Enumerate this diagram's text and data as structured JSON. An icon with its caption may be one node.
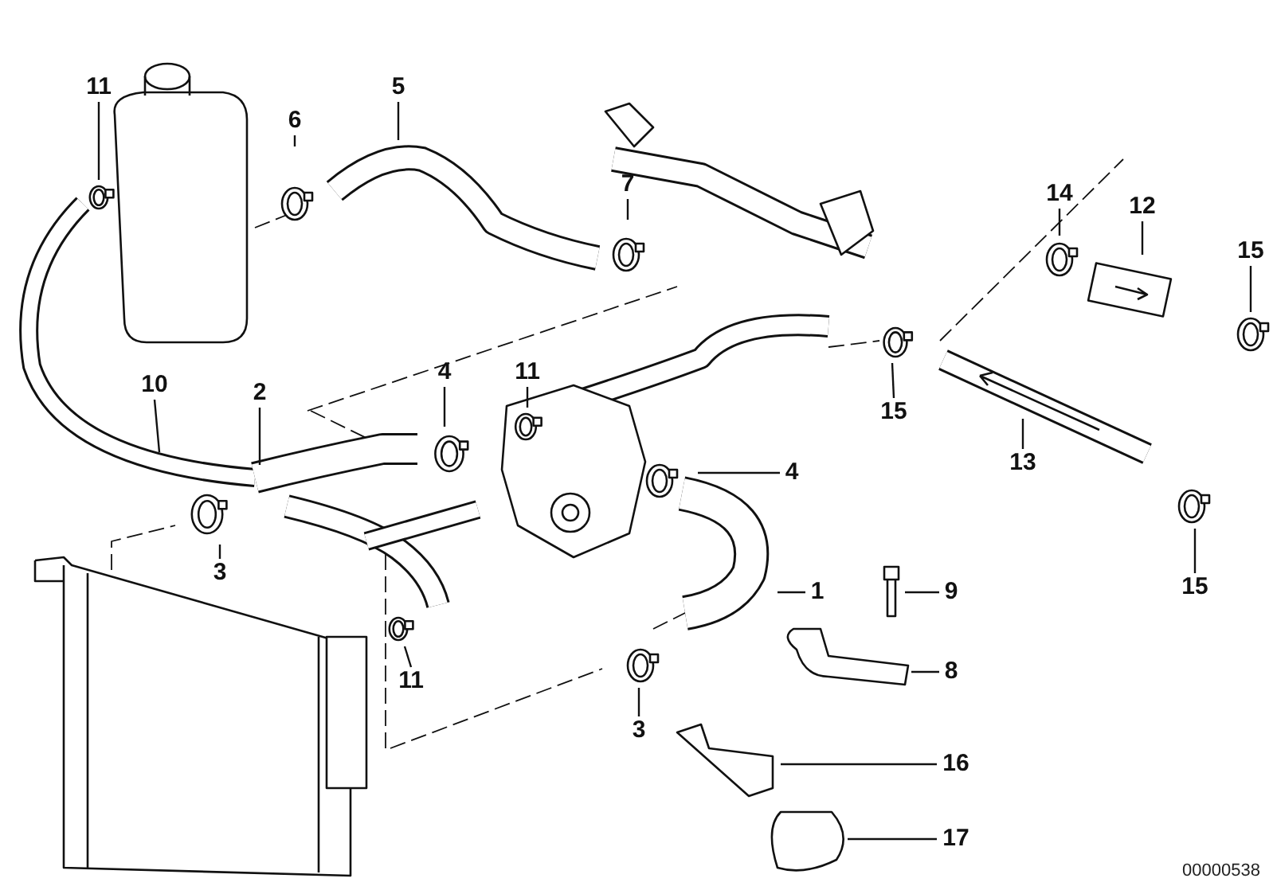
{
  "diagram": {
    "nodes": [
      {
        "text": [
          "11"
        ]
      },
      {
        "text": [
          "6"
        ]
      },
      {
        "text": [
          "5"
        ]
      },
      {
        "text": [
          "7"
        ]
      },
      {
        "text": [
          "14"
        ]
      },
      {
        "text": [
          "12"
        ]
      },
      {
        "text": [
          "15"
        ]
      },
      {
        "text": [
          "10"
        ]
      },
      {
        "text": [
          "4"
        ]
      },
      {
        "text": [
          "11"
        ]
      },
      {
        "text": [
          "2"
        ]
      },
      {
        "text": [
          "15"
        ]
      },
      {
        "text": [
          "4"
        ]
      },
      {
        "text": [
          "13"
        ]
      },
      {
        "text": [
          "3"
        ]
      },
      {
        "text": [
          "1"
        ]
      },
      {
        "text": [
          "9"
        ]
      },
      {
        "text": [
          "15"
        ]
      },
      {
        "text": [
          "8"
        ]
      },
      {
        "text": [
          "11"
        ]
      },
      {
        "text": [
          "3"
        ]
      },
      {
        "text": [
          "16"
        ]
      },
      {
        "text": [
          "17"
        ]
      }
    ],
    "edges": [
      {
        "from": 0,
        "to": null,
        "arrow": "none"
      },
      {
        "from": 1,
        "to": null,
        "arrow": "none"
      },
      {
        "from": 2,
        "to": null,
        "arrow": "none"
      },
      {
        "from": 3,
        "to": null,
        "arrow": "none"
      },
      {
        "from": 4,
        "to": null,
        "arrow": "none"
      },
      {
        "from": 5,
        "to": null,
        "arrow": "none"
      },
      {
        "from": 6,
        "to": null,
        "arrow": "none"
      },
      {
        "from": 7,
        "to": null,
        "arrow": "none"
      },
      {
        "from": 8,
        "to": null,
        "arrow": "none"
      },
      {
        "from": 9,
        "to": null,
        "arrow": "none"
      },
      {
        "from": 10,
        "to": null,
        "arrow": "none"
      },
      {
        "from": 11,
        "to": null,
        "arrow": "none"
      },
      {
        "from": 12,
        "to": null,
        "arrow": "none"
      },
      {
        "from": 13,
        "to": null,
        "arrow": "none"
      },
      {
        "from": 14,
        "to": null,
        "arrow": "none"
      },
      {
        "from": 15,
        "to": null,
        "arrow": "none"
      },
      {
        "from": 16,
        "to": null,
        "arrow": "none"
      },
      {
        "from": 17,
        "to": null,
        "arrow": "none"
      },
      {
        "from": 18,
        "to": null,
        "arrow": "none"
      },
      {
        "from": 19,
        "to": null,
        "arrow": "none"
      },
      {
        "from": 20,
        "to": null,
        "arrow": "none"
      },
      {
        "from": 21,
        "to": null,
        "arrow": "none"
      },
      {
        "from": 22,
        "to": null,
        "arrow": "none"
      }
    ],
    "labels": [
      "00000538"
    ]
  }
}
